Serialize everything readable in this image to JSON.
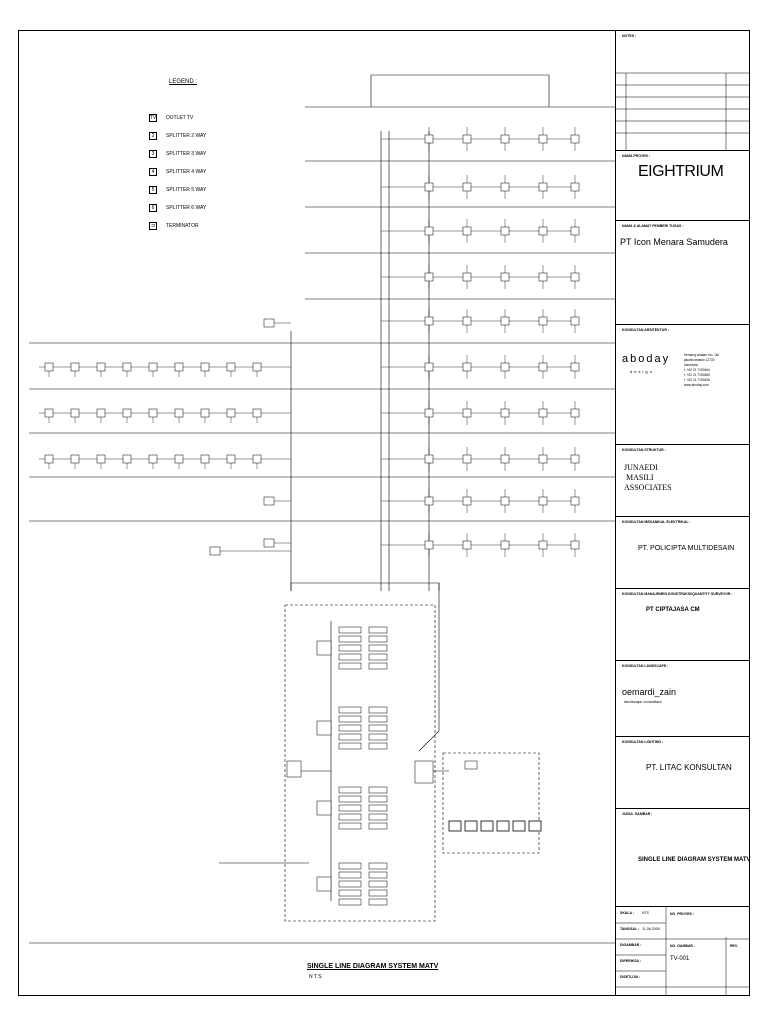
{
  "legend": {
    "title": "LEGEND :",
    "items": [
      {
        "symbol": "TV",
        "label": "OUTLET TV"
      },
      {
        "symbol": "2",
        "label": "SPLITTER 2 WAY"
      },
      {
        "symbol": "3",
        "label": "SPLITTER 3 WAY"
      },
      {
        "symbol": "4",
        "label": "SPLITTER 4 WAY"
      },
      {
        "symbol": "5",
        "label": "SPLITTER 5 WAY"
      },
      {
        "symbol": "6",
        "label": "SPLITTER 6 WAY"
      },
      {
        "symbol": "⊐",
        "label": "TERMINATOR"
      }
    ]
  },
  "diagram": {
    "title": "SINGLE LINE DIAGRAM SYSTEM MATV",
    "scale": "N T S"
  },
  "title_block": {
    "notes_label": "NOTES :",
    "project_label": "NAMA PROYEK :",
    "project_name": "EIGHTRIUM",
    "owner_label": "NAMA & ALAMAT PEMBERI TUGAS :",
    "owner_name": "PT Icon Menara Samudera",
    "architect_label": "KONSULTAN ARSITEKTUR :",
    "architect_logo_1": "aboday",
    "architect_logo_2": "design",
    "architect_address": "Kemang selatan Ino. 16c\njakarta selatan 12730\nindonesia\nt. +62 21 7190464\nf. +62 21 7190465\nt. +62 21 7190436\nwww.aboday.com",
    "structure_label": "KONSULTAN STRUKTUR :",
    "structure_logo_1": "JUNAEDI",
    "structure_logo_2": "MASILI",
    "structure_logo_3": "ASSOCIATES",
    "mep_label": "KONSULTAN MEKANIKAL ELEKTRIKAL :",
    "mep_name": "PT. POLICIPTA MULTIDESAIN",
    "qs_label": "KONSULTAN MANAJEMEN KONSTRUKSI/QUANTITY SURVEYOR :",
    "qs_name": "PT CIPTAJASA CM",
    "landscape_label": "KONSULTAN LANDSCAPE :",
    "landscape_name": "oemardi_zain",
    "landscape_sub": "landscape consultant",
    "lighting_label": "KONSULTAN LIGHTING :",
    "lighting_name": "PT. LITAC KONSULTAN",
    "drawing_title_label": "JUDUL GAMBAR :",
    "drawing_title": "SINGLE LINE DIAGRAM SYSTEM MATV",
    "rows": [
      {
        "label": "SKALA :",
        "value": "NTS"
      },
      {
        "label": "TANGGAL :",
        "value": "11-06-2008"
      },
      {
        "label": "DIGAMBAR :",
        "value": ""
      },
      {
        "label": "DIPERIKSA :",
        "value": ""
      },
      {
        "label": "DISETUJUI :",
        "value": ""
      }
    ],
    "project_no_label": "NO. PROYEK :",
    "drawing_no_label": "NO. GAMBAR :",
    "drawing_no": "TV-001",
    "rev_label": "REV."
  },
  "colors": {
    "line": "#000000",
    "paper": "#ffffff"
  }
}
